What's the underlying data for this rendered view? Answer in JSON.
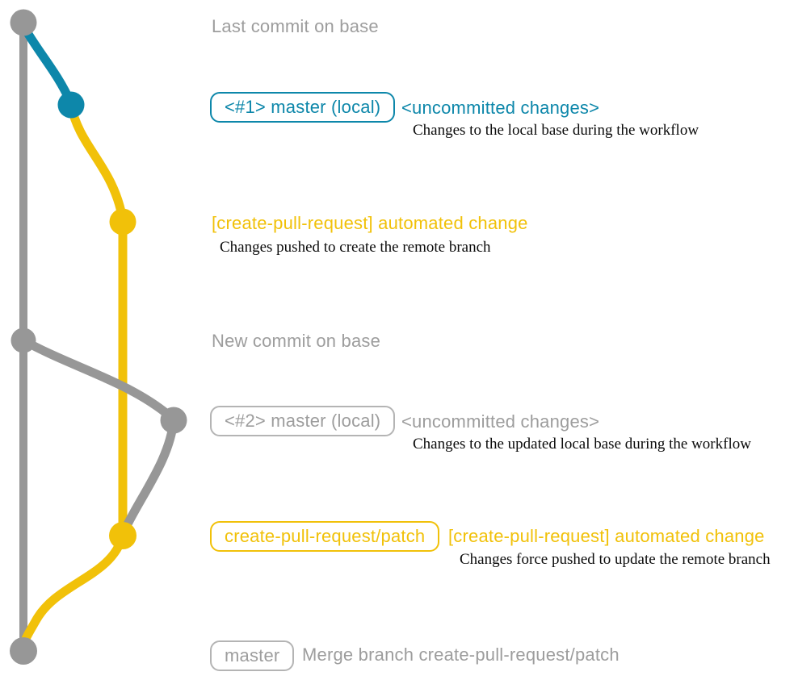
{
  "colors": {
    "gray": "#979797",
    "gray_text": "#9d9d9d",
    "gray_border": "#b4b4b4",
    "teal": "#0d87aa",
    "yellow": "#f1c109",
    "text_dark": "#0b0b0b"
  },
  "graph": {
    "type": "git-commit-graph",
    "branches": [
      {
        "name": "base",
        "color": "gray"
      },
      {
        "name": "local-uncommitted",
        "color": "teal"
      },
      {
        "name": "create-pull-request/patch",
        "color": "yellow"
      }
    ],
    "dots": [
      {
        "label": "last-commit-on-base",
        "color": "gray"
      },
      {
        "label": "uncommitted-changes-1",
        "color": "teal"
      },
      {
        "label": "automated-change-1",
        "color": "yellow"
      },
      {
        "label": "new-commit-on-base",
        "color": "gray"
      },
      {
        "label": "uncommitted-changes-2",
        "color": "gray"
      },
      {
        "label": "automated-change-2",
        "color": "yellow"
      },
      {
        "label": "merge-commit",
        "color": "gray"
      }
    ]
  },
  "rows": [
    {
      "note": "Last commit on base"
    },
    {
      "badge": "<#1> master (local)",
      "heading": "<uncommitted changes>",
      "detail": "Changes to the local base during the workflow"
    },
    {
      "heading": "[create-pull-request] automated change",
      "detail": "Changes pushed to create the remote branch"
    },
    {
      "note": "New commit on base"
    },
    {
      "badge": "<#2> master (local)",
      "heading": "<uncommitted changes>",
      "detail": "Changes to the updated local base during the workflow"
    },
    {
      "badge": "create-pull-request/patch",
      "heading": "[create-pull-request] automated change",
      "detail": "Changes force pushed to update the remote branch"
    },
    {
      "badge": "master",
      "note": "Merge branch create-pull-request/patch"
    }
  ]
}
